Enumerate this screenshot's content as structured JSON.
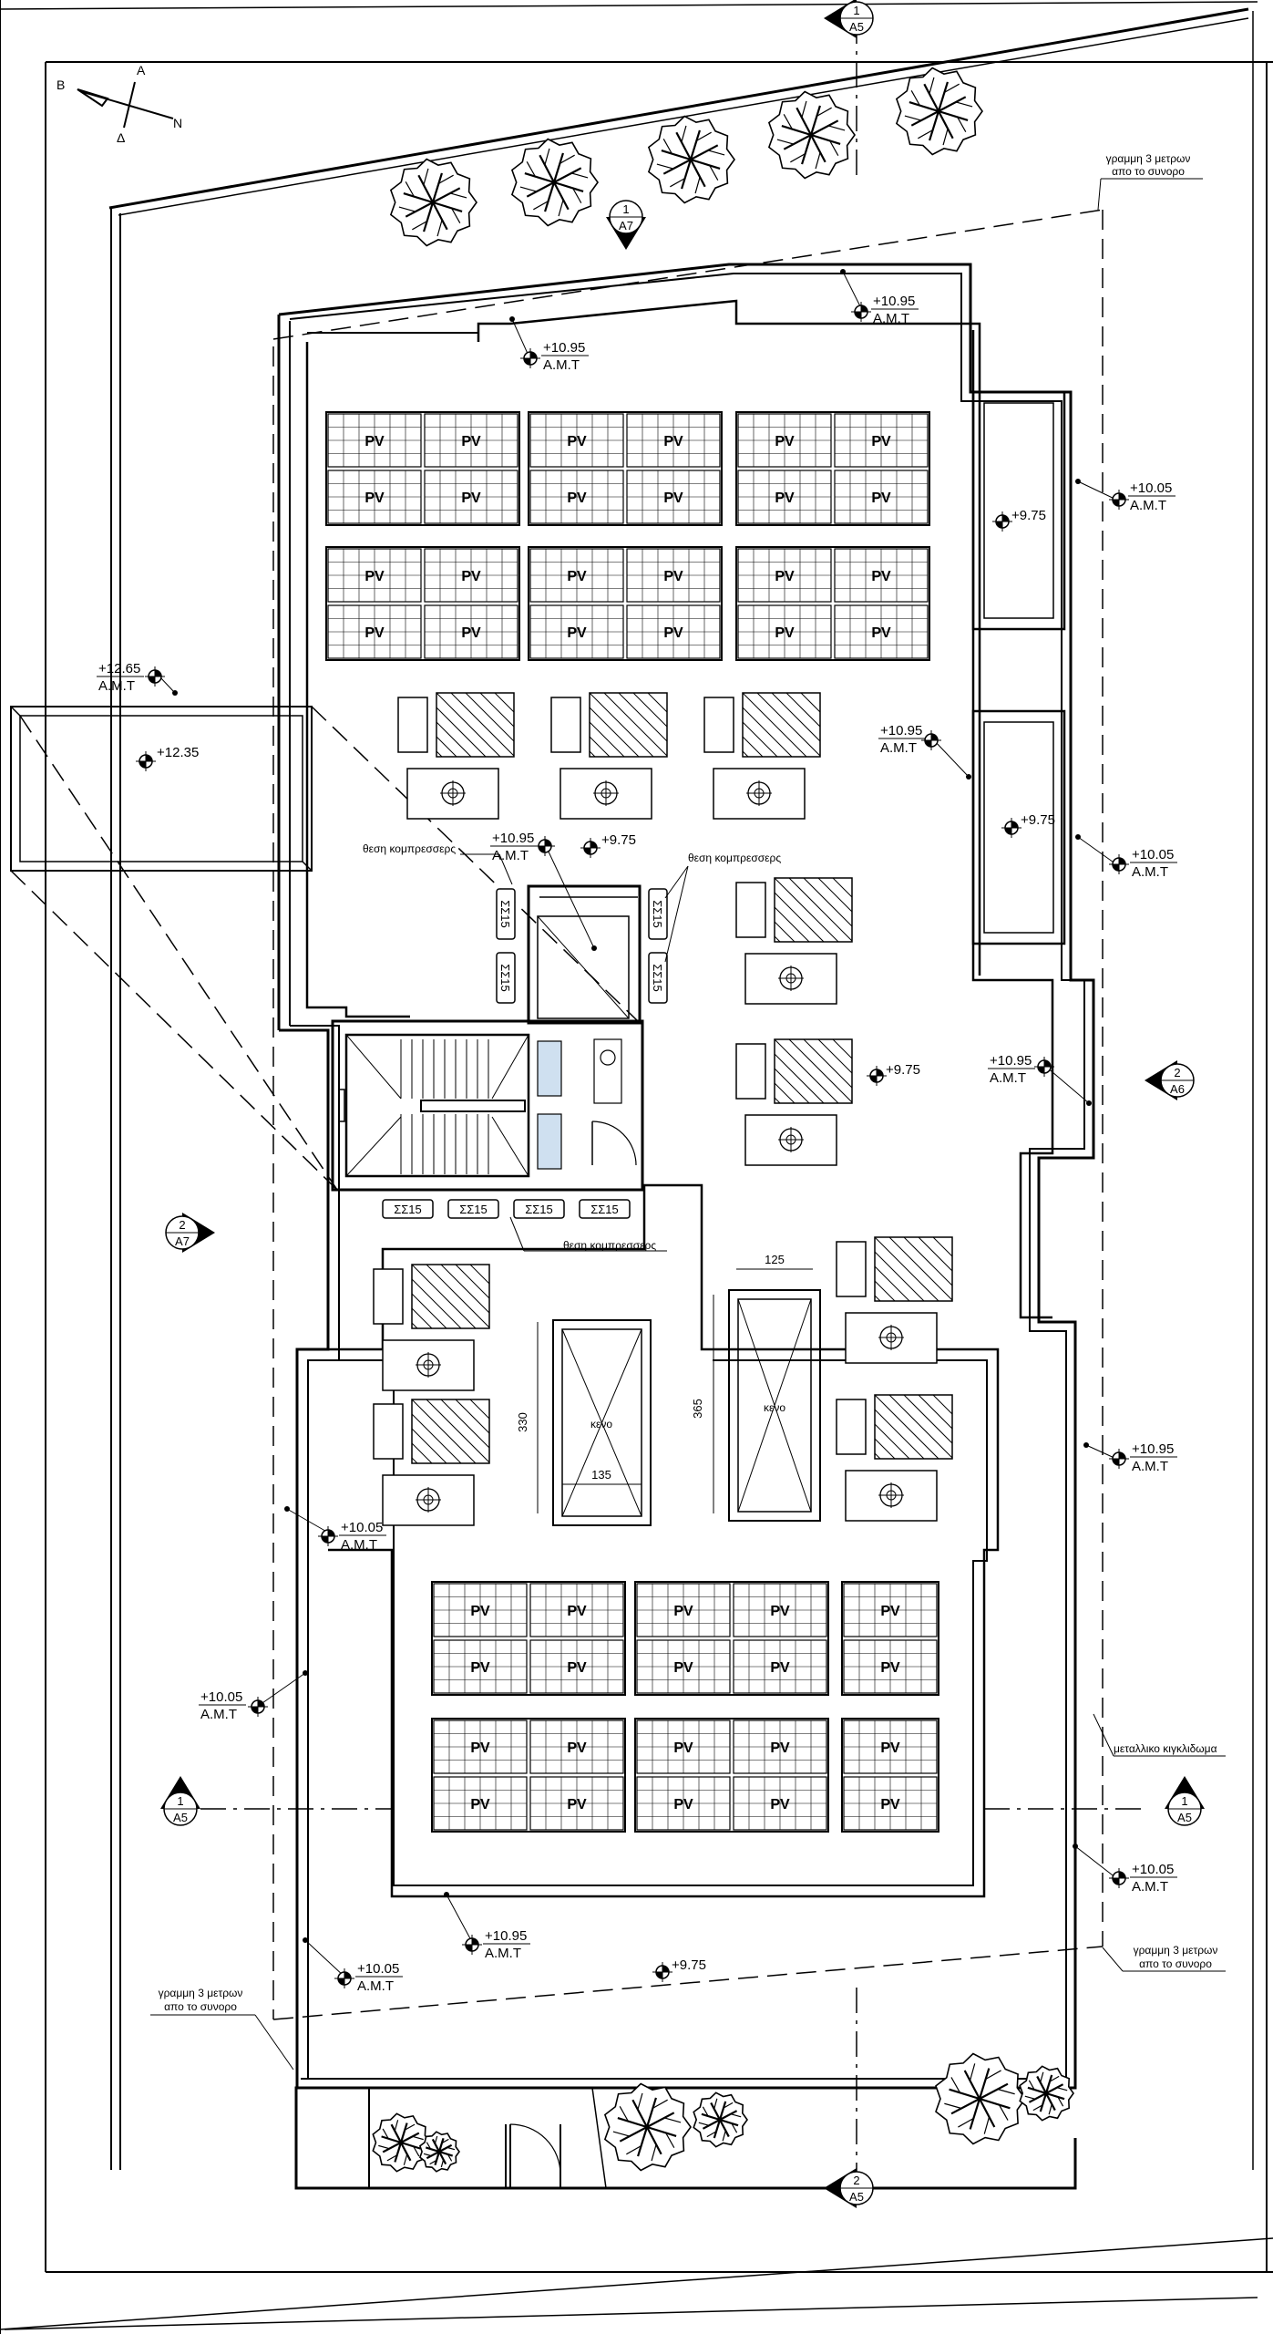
{
  "north_arrow": {
    "b": "B",
    "a": "A",
    "d": "Δ",
    "n": "N"
  },
  "sections": {
    "top": {
      "num": "1",
      "sheet": "A5"
    },
    "a7_top": {
      "num": "1",
      "sheet": "A7"
    },
    "right_a6": {
      "num": "2",
      "sheet": "A6"
    },
    "left_a7": {
      "num": "2",
      "sheet": "A7"
    },
    "left_a5": {
      "num": "1",
      "sheet": "A5"
    },
    "right_a5": {
      "num": "1",
      "sheet": "A5"
    },
    "bottom_a5": {
      "num": "2",
      "sheet": "A5"
    }
  },
  "levels": {
    "l1": {
      "value": "+10.95",
      "ref": "A.M.T"
    },
    "l2": {
      "value": "+10.95",
      "ref": "A.M.T"
    },
    "l3": {
      "value": "+10.05",
      "ref": "A.M.T"
    },
    "l4": {
      "value": "+9.75"
    },
    "l5": {
      "value": "+12.65",
      "ref": "A.M.T"
    },
    "l6": {
      "value": "+12.35"
    },
    "l7": {
      "value": "+10.95",
      "ref": "A.M.T"
    },
    "l8": {
      "value": "+9.75"
    },
    "l9": {
      "value": "+10.05",
      "ref": "A.M.T"
    },
    "l10": {
      "value": "+10.95",
      "ref": "A.M.T"
    },
    "l11": {
      "value": "+9.75"
    },
    "l12": {
      "value": "+10.95",
      "ref": "A.M.T"
    },
    "l13": {
      "value": "+9.75"
    },
    "l14": {
      "value": "+10.95",
      "ref": "A.M.T"
    },
    "l15": {
      "value": "+10.05",
      "ref": "A.M.T"
    },
    "l16": {
      "value": "+10.05",
      "ref": "A.M.T"
    },
    "l17": {
      "value": "+10.05",
      "ref": "A.M.T"
    },
    "l18": {
      "value": "+10.95",
      "ref": "A.M.T"
    },
    "l19": {
      "value": "+10.05",
      "ref": "A.M.T"
    },
    "l20": {
      "value": "+9.75"
    }
  },
  "notes": {
    "boundary_top": [
      "γραμμη 3 μετρων",
      "απο το συνορο"
    ],
    "boundary_right": [
      "γραμμη 3 μετρων",
      "απο το συνορο"
    ],
    "boundary_left": [
      "γραμμη 3 μετρων",
      "απο το συνορο"
    ],
    "compressors_1": "θεση κομπρεσσερς",
    "compressors_2": "θεση κομπρεσσερς",
    "compressors_3": "θεση κομπρεσσερς",
    "railing": "μεταλλικο κιγκλιδωμα"
  },
  "pv_label": "PV",
  "compressor_label": "ΣΣ15",
  "void_label": "κενο",
  "dimensions": {
    "w125": "125",
    "h330": "330",
    "h365": "365",
    "w135": "135"
  }
}
